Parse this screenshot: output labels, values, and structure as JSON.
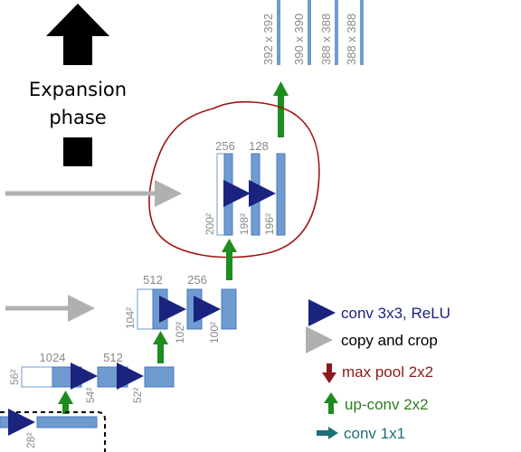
{
  "title": {
    "line1": "Expansion",
    "line2": "phase"
  },
  "top_labels": [
    "392 x 392",
    "390 x 390",
    "388 x 388",
    "388 x 388"
  ],
  "level_200": {
    "channels": [
      "256",
      "128"
    ],
    "sizes": [
      "200²",
      "198²",
      "196²"
    ]
  },
  "level_104": {
    "channels": [
      "512",
      "256"
    ],
    "sizes": [
      "104²",
      "102²",
      "100²"
    ]
  },
  "level_56": {
    "channels": [
      "1024",
      "512"
    ],
    "sizes": [
      "56²",
      "54²",
      "52²"
    ]
  },
  "level_28": {
    "sizes": [
      "28²"
    ]
  },
  "legend": [
    {
      "label": "conv 3x3, ReLU",
      "color": "#1a237e",
      "icon": "navy-right-arrow-icon"
    },
    {
      "label": "copy and crop",
      "color": "#000000",
      "icon": "gray-right-arrow-icon"
    },
    {
      "label": "max pool 2x2",
      "color": "#8b1a1a",
      "icon": "red-down-arrow-icon"
    },
    {
      "label": "up-conv 2x2",
      "color": "#2e7d1f",
      "icon": "green-up-arrow-icon"
    },
    {
      "label": "conv 1x1",
      "color": "#1f6f7a",
      "icon": "teal-right-arrow-icon"
    }
  ],
  "colors": {
    "block_fill": "#6f9bd1",
    "block_stroke": "#4a78b8",
    "annotation": "#a01414",
    "up_arrow": "#1e8c1e",
    "conv_arrow": "#1a237e",
    "copy_arrow": "#b0b0b0"
  }
}
